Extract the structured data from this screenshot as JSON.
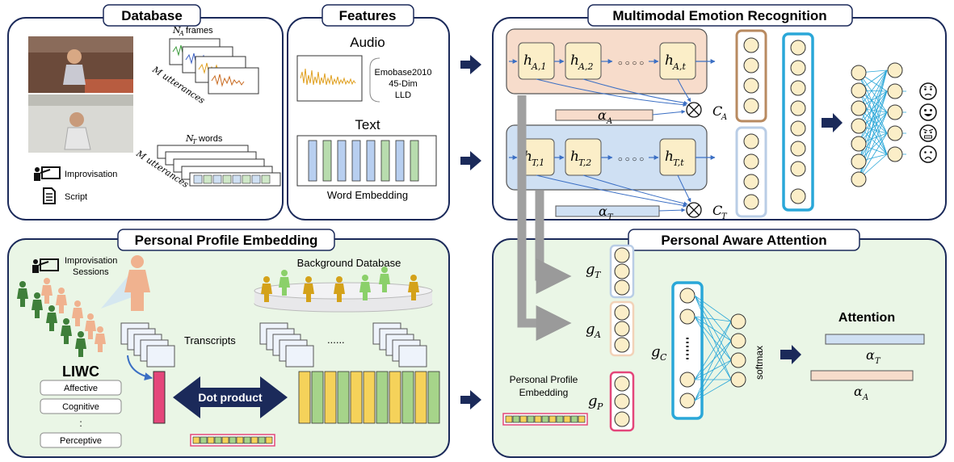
{
  "panels": {
    "database": "Database",
    "features": "Features",
    "mer": "Multimodal Emotion Recognition",
    "profile": "Personal Profile Embedding",
    "paa": "Personal Aware Attention"
  },
  "database": {
    "frames_label": "N_A frames",
    "frames_sub": "A",
    "utterances_label_1": "M utterances",
    "words_label": "N_T words",
    "words_sub": "T",
    "utterances_label_2": "M utterances",
    "legend_improvisation": "Improvisation",
    "legend_script": "Script"
  },
  "features": {
    "audio": "Audio",
    "audio_feat_1": "Emobase2010",
    "audio_feat_2": "45-Dim",
    "audio_feat_3": "LLD",
    "text": "Text",
    "word_embedding": "Word Embedding"
  },
  "mer": {
    "h_a1": "h",
    "h_a1_sub": "A,1",
    "h_a2_sub": "A,2",
    "h_at_sub": "A,t",
    "h_t1_sub": "T,1",
    "h_t2_sub": "T,2",
    "h_tt_sub": "T,t",
    "alpha_a": "α",
    "alpha_a_sub": "A",
    "alpha_t_sub": "T",
    "c_a": "C",
    "c_a_sub": "A",
    "c_t_sub": "T",
    "dots": "○ ○ ○ ○",
    "emotions": [
      "neutral-face-icon",
      "happy-face-icon",
      "angry-face-icon",
      "sad-face-icon"
    ]
  },
  "profile": {
    "improvisation_sessions": "Improvisation Sessions",
    "improvisation_line1": "Improvisation",
    "improvisation_line2": "Sessions",
    "background_database": "Background Database",
    "transcripts": "Transcripts",
    "ellipsis": "......",
    "liwc": "LIWC",
    "liwc_items": [
      "Affective",
      "Cognitive",
      ":",
      "Perceptive"
    ],
    "dot_product": "Dot product"
  },
  "paa": {
    "g_t": "g",
    "g_t_sub": "T",
    "g_a_sub": "A",
    "g_c_sub": "C",
    "g_p_sub": "P",
    "profile_line1": "Personal Profile",
    "profile_line2": "Embedding",
    "softmax": "softmax",
    "attention": "Attention",
    "alpha_t_sub": "T",
    "alpha_a_sub": "A"
  },
  "colors": {
    "audio_block": "#f7dccb",
    "text_block": "#cfe0f3",
    "panel_fill": "#eaf6e6",
    "arrow": "#1b2a5a",
    "neuron": "#fbeec8",
    "cyan": "#2aa7d8",
    "pink": "#e4467a"
  }
}
